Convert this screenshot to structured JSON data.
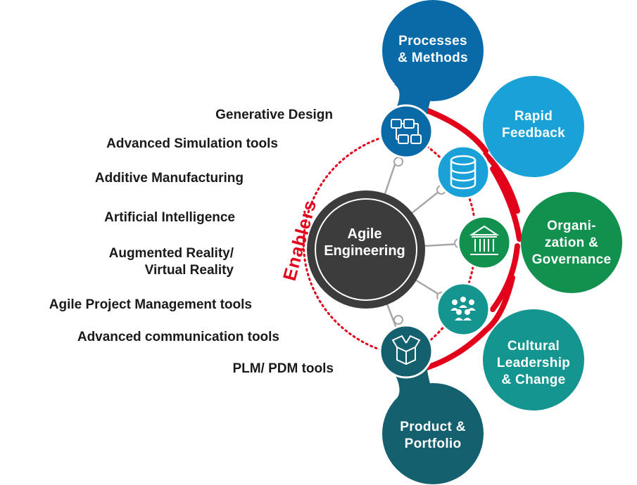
{
  "center": {
    "label_line1": "Agile",
    "label_line2": "Engineering"
  },
  "enablers_title": "Enablers",
  "enablers": [
    {
      "label": "Generative Design"
    },
    {
      "label": "Advanced Simulation tools"
    },
    {
      "label": "Additive Manufacturing"
    },
    {
      "label": "Artificial Intelligence"
    },
    {
      "label_line1": "Augmented Reality/",
      "label_line2": "Virtual Reality"
    },
    {
      "label": "Agile Project Management tools"
    },
    {
      "label": "Advanced communication tools"
    },
    {
      "label": "PLM/ PDM tools"
    }
  ],
  "pillars": [
    {
      "line1": "Processes",
      "line2": "& Methods",
      "color": "#0a6aa8",
      "icon": "process-flow-icon"
    },
    {
      "line1": "Rapid",
      "line2": "Feedback",
      "color": "#1aa2d8",
      "icon": "database-icon"
    },
    {
      "line1": "Organi-",
      "line2": "zation &",
      "line3": "Governance",
      "color": "#12904e",
      "icon": "bank-building-icon"
    },
    {
      "line1": "Cultural",
      "line2": "Leadership",
      "line3": "& Change",
      "color": "#15958f",
      "icon": "people-group-icon"
    },
    {
      "line1": "Product &",
      "line2": "Portfolio",
      "color": "#15606e",
      "icon": "open-box-icon"
    }
  ],
  "colors": {
    "accent_red": "#e2001a",
    "center_dark": "#3c3c3c",
    "connector_gray": "#a6a6a6"
  }
}
